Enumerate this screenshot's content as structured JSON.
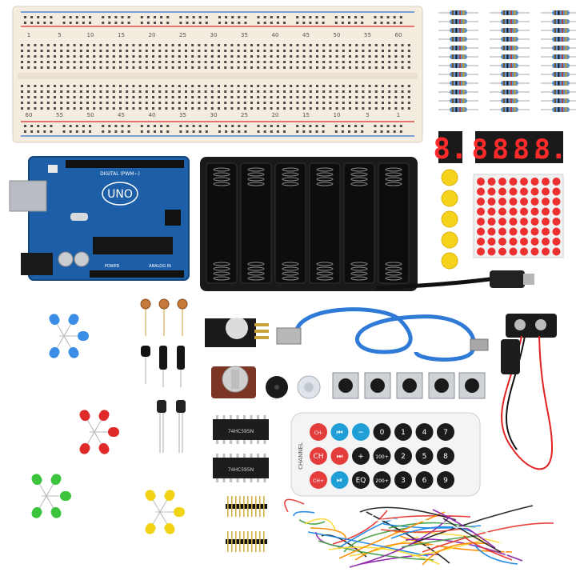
{
  "breadboard": {
    "top_numbers": [
      "1",
      "5",
      "10",
      "15",
      "20",
      "25",
      "30",
      "35",
      "40",
      "45",
      "50",
      "55",
      "60"
    ],
    "bottom_numbers": [
      "60",
      "55",
      "50",
      "45",
      "40",
      "35",
      "30",
      "25",
      "20",
      "15",
      "10",
      "5",
      "1"
    ]
  },
  "arduino": {
    "board_label": "UNO",
    "digital_label": "DIGITAL (PWM~)",
    "power_label": "POWER",
    "analog_label": "ANALOG IN"
  },
  "seven_segment": {
    "single_digit": "8.",
    "four_digit": [
      "8.",
      "8.",
      "8.",
      "8."
    ]
  },
  "ic_chips": {
    "label": "74HC595N"
  },
  "remote": {
    "buttons": [
      "CH-",
      "CH",
      "CH+",
      "⏮",
      "⏭",
      "⏯",
      "−",
      "+",
      "EQ",
      "0",
      "100+",
      "200+",
      "1",
      "2",
      "3",
      "4",
      "5",
      "6",
      "7",
      "8",
      "9"
    ],
    "side_label": "CHANNEL"
  },
  "colors": {
    "breadboard_body": "#f4ecdf",
    "arduino_blue": "#1c5fa8",
    "battery_black": "#1a1a1a",
    "usb_cable_blue": "#2f7ad6",
    "led_blue": "#3a8ee6",
    "led_red": "#e02a2a",
    "led_green": "#3cc43c",
    "led_yellow": "#f2d316",
    "seven_segment_red": "#ff2222",
    "remote_red": "#e43b3b",
    "remote_black": "#1b1b1b",
    "tact_yellow": "#f5d21c"
  },
  "icons": [
    "breadboard-icon",
    "resistor-icon",
    "arduino-board-icon",
    "battery-holder-icon",
    "usb-cable-icon",
    "led-icon",
    "ir-remote-icon",
    "potentiometer-icon",
    "buzzer-icon",
    "push-button-icon",
    "pin-header-icon",
    "jumper-wire-icon"
  ]
}
